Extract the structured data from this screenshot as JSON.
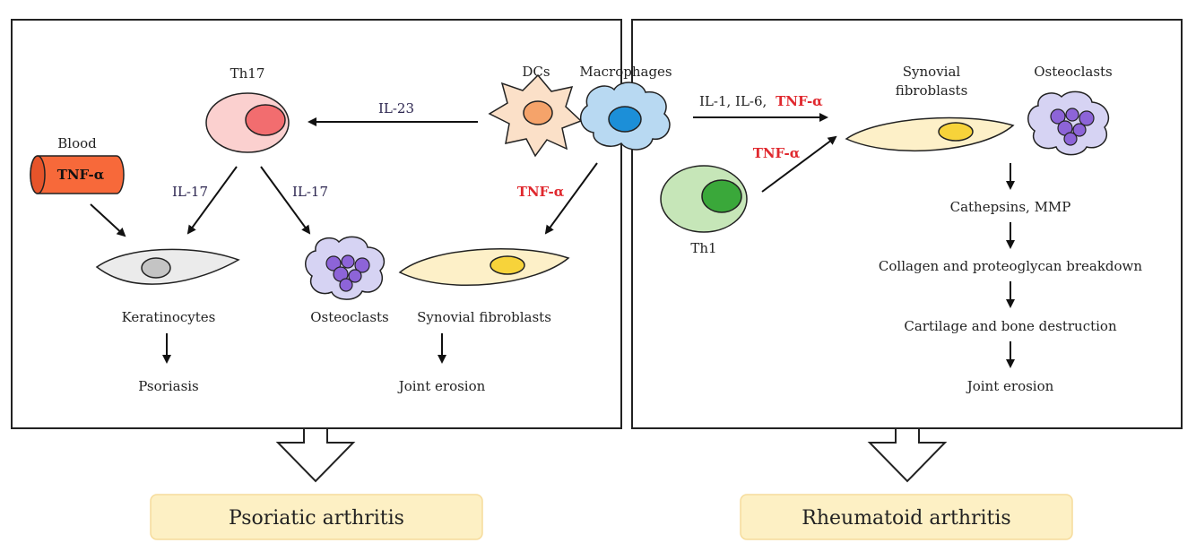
{
  "left_panel": {
    "th17": "Th17",
    "il23": "IL-23",
    "dcs": "DCs",
    "macrophages": "Macrophages",
    "blood": "Blood",
    "blood_tnf": "TNF-α",
    "il17_a": "IL-17",
    "il17_b": "IL-17",
    "tnf": "TNF-α",
    "keratinocytes": "Keratinocytes",
    "osteoclasts": "Osteoclasts",
    "synovial_fibroblasts": "Synovial fibroblasts",
    "psoriasis": "Psoriasis",
    "joint_erosion": "Joint erosion"
  },
  "right_panel": {
    "il_prefix": "IL-1, IL-6,",
    "il_tnf": "TNF-α",
    "th1_tnf": "TNF-α",
    "th1": "Th1",
    "synovial_line1": "Synovial",
    "synovial_line2": "fibroblasts",
    "osteoclasts": "Osteoclasts",
    "cathepsins": "Cathepsins, MMP",
    "collagen": "Collagen and proteoglycan breakdown",
    "cartilage": "Cartilage and bone destruction",
    "joint_erosion": "Joint erosion"
  },
  "outcomes": {
    "left": "Psoriatic arthritis",
    "right": "Rheumatoid arthritis"
  },
  "colors": {
    "red_label": "#e0282e",
    "th17_fill": "#fbd0cf",
    "th17_nucleus": "#f26d6f",
    "th1_fill": "#c6e6b8",
    "th1_nucleus": "#3aa83a",
    "dc_fill": "#fbe0c8",
    "dc_nucleus": "#f5a36a",
    "macrophage_fill": "#b8d9f2",
    "macrophage_nucleus": "#1c8fd8",
    "fibroblast_fill": "#fdf0c8",
    "fibroblast_nucleus": "#f7d33a",
    "osteoclast_fill": "#d6d3f3",
    "osteoclast_nucleus": "#8d64d8",
    "blood_fill": "#f7693a",
    "outcome_fill": "#fdf0c4",
    "outcome_border": "#f6dc9c"
  }
}
